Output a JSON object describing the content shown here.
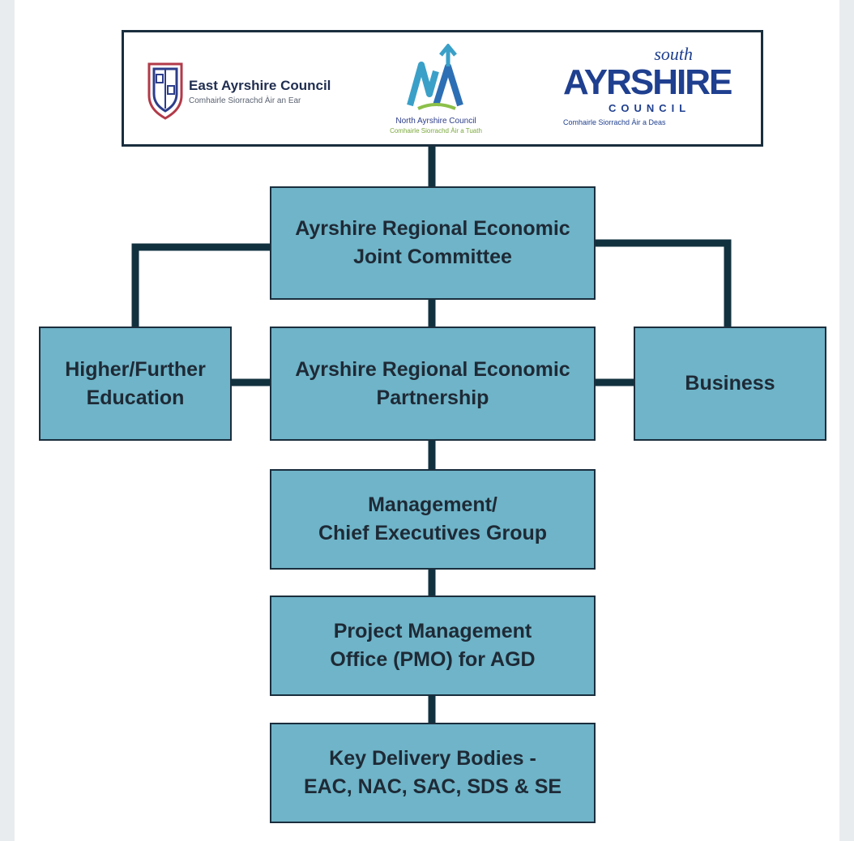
{
  "logos": {
    "east_ayrshire": {
      "name": "East Ayrshire Council",
      "gaelic": "Comhairle Siorrachd Àir an Ear"
    },
    "north_ayrshire": {
      "name": "North Ayrshire Council",
      "gaelic": "Comhairle Siorrachd Àir a Tuath"
    },
    "south_ayrshire": {
      "south": "south",
      "ayrshire": "AYRSHIRE",
      "council": "COUNCIL",
      "gaelic": "Comhairle Siorrachd Àir a Deas"
    }
  },
  "boxes": {
    "joint_committee": "Ayrshire Regional Economic\nJoint Committee",
    "higher_education": "Higher/Further\nEducation",
    "partnership": "Ayrshire Regional Economic\nPartnership",
    "business": "Business",
    "management": "Management/\nChief Executives Group",
    "pmo": "Project Management\nOffice (PMO) for AGD",
    "delivery": "Key Delivery Bodies -\nEAC, NAC, SAC, SDS & SE"
  },
  "colors": {
    "box_fill": "#6fb4c8",
    "box_border": "#1a2e3d",
    "connector": "#12313f"
  }
}
